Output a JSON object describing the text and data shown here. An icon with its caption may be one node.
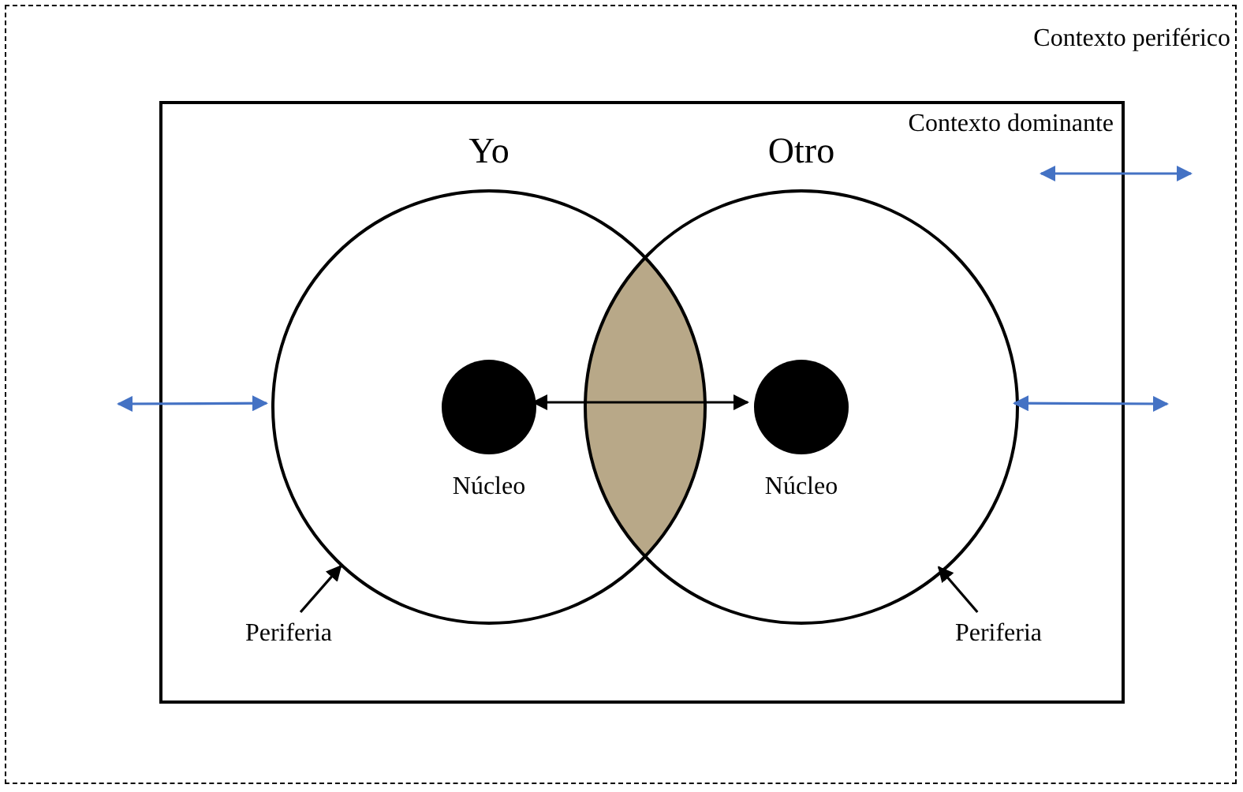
{
  "diagram": {
    "nodes": [
      {
        "text": [
          "Contexto periférico"
        ]
      },
      {
        "text": [
          "Contexto dominante"
        ],
        "in": 0
      },
      {
        "text": [
          "Yo"
        ],
        "in": 1
      },
      {
        "text": [
          "Otro"
        ],
        "in": 1
      },
      {
        "text": [
          "Núcleo"
        ],
        "in": 2
      },
      {
        "text": [
          "Núcleo"
        ],
        "in": 3
      },
      {
        "text": [
          "Periferia"
        ],
        "in": 1
      },
      {
        "text": [
          "Periferia"
        ],
        "in": 1
      }
    ],
    "edges": [
      {
        "from": null,
        "to": 2,
        "arrow": "both",
        "color": "#4472c4"
      },
      {
        "from": 4,
        "to": 5,
        "arrow": "both"
      },
      {
        "from": 3,
        "to": null,
        "arrow": "both",
        "color": "#4472c4"
      },
      {
        "from": 6,
        "to": 2,
        "arrow": "to"
      },
      {
        "from": 7,
        "to": 3,
        "arrow": "to"
      }
    ]
  }
}
